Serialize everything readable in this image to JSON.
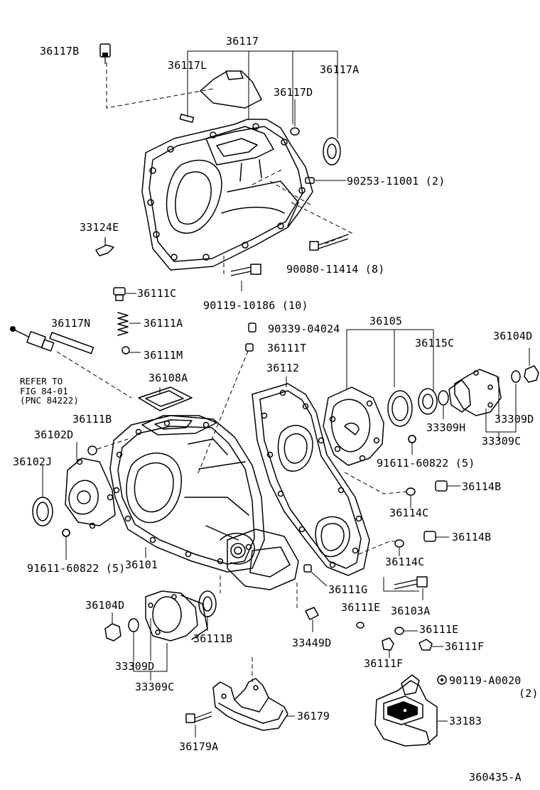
{
  "diagram_id": "360435-A",
  "labels": {
    "p36117": "36117",
    "p36117B": "36117B",
    "p36117L": "36117L",
    "p36117A": "36117A",
    "p36117D": "36117D",
    "p90253": "90253-11001 (2)",
    "p33124E": "33124E",
    "p90080": "90080-11414 (8)",
    "p36111C": "36111C",
    "p90119_10186": "90119-10186 (10)",
    "p36117N": "36117N",
    "p36111A": "36111A",
    "p90339": "90339-04024",
    "p36105": "36105",
    "p36104D_r": "36104D",
    "p36111M": "36111M",
    "p36111T": "36111T",
    "p36115C": "36115C",
    "p36112": "36112",
    "p36108A": "36108A",
    "p36111B_t": "36111B",
    "p36102D": "36102D",
    "p36102J": "36102J",
    "p33309D_r": "33309D",
    "p33309H": "33309H",
    "p33309C_r": "33309C",
    "p91611_r": "91611-60822 (5)",
    "p36114B_1": "36114B",
    "p36114C_1": "36114C",
    "p36114B_2": "36114B",
    "p36114C_2": "36114C",
    "p91611_l": "91611-60822 (5)",
    "p36101": "36101",
    "p36111G": "36111G",
    "p36103A": "36103A",
    "p36104D_l": "36104D",
    "p36111E_1": "36111E",
    "p36111E_2": "36111E",
    "p36111B_b": "36111B",
    "p33449D": "33449D",
    "p36111F_1": "36111F",
    "p36111F_2": "36111F",
    "p33309D_l": "33309D",
    "p33309C_l": "33309C",
    "p90119_A0020": "90119-A0020",
    "p90119_A0020_qty": "(2)",
    "p36179": "36179",
    "p33183": "33183",
    "p36179A": "36179A"
  },
  "refer_note": {
    "line1": "REFER TO",
    "line2": "FIG 84-01",
    "line3": "(PNC 84222)"
  }
}
